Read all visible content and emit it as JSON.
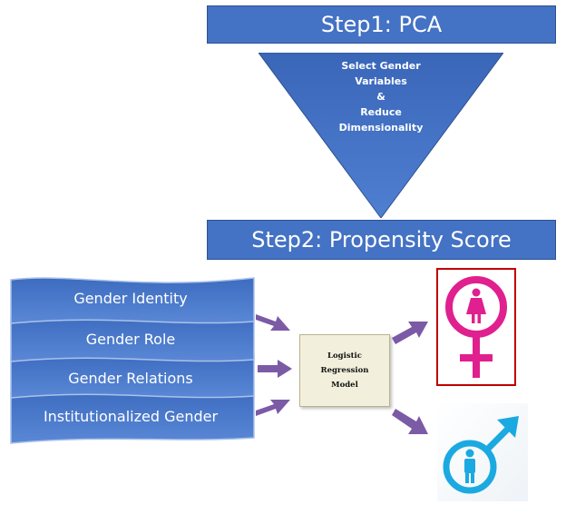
{
  "step1": {
    "label": "Step1: PCA"
  },
  "funnel": {
    "lines": [
      "Select Gender",
      "Variables",
      "&",
      "Reduce",
      "Dimensionality"
    ]
  },
  "step2": {
    "label": "Step2: Propensity Score"
  },
  "variables": [
    "Gender Identity",
    "Gender Role",
    "Gender Relations",
    "Institutionalized Gender"
  ],
  "model": {
    "lines": [
      "Logistic",
      "Regression",
      "Model"
    ]
  },
  "colors": {
    "primary_blue": "#4472c4",
    "arrow_purple": "#7b5aa6",
    "female_magenta": "#e0208f",
    "female_frame": "#c00000",
    "male_cyan": "#1ba9e1"
  },
  "icons": {
    "female": "female-symbol-icon",
    "male": "male-symbol-icon"
  }
}
